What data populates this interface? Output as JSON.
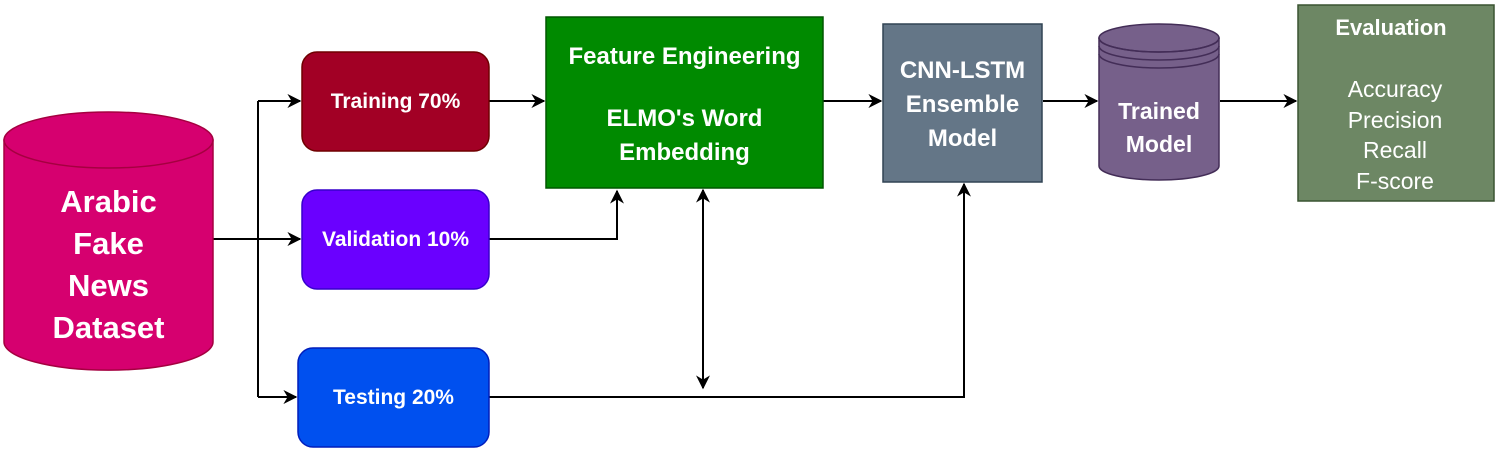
{
  "dataset": {
    "lines": [
      "Arabic",
      "Fake",
      "News",
      "Dataset"
    ],
    "color": "#d6006f"
  },
  "splits": {
    "training": {
      "label": "Training 70%",
      "color": "#a20025"
    },
    "validation": {
      "label": "Validation 10%",
      "color": "#6a00ff"
    },
    "testing": {
      "label": "Testing 20%",
      "color": "#0050ef"
    }
  },
  "feature_engineering": {
    "title": "Feature Engineering",
    "line1": "ELMO's Word",
    "line2": "Embedding",
    "color": "#008a00"
  },
  "model": {
    "lines": [
      "CNN-LSTM",
      "Ensemble",
      "Model"
    ],
    "color": "#647687"
  },
  "trained_model": {
    "lines": [
      "Trained",
      "Model"
    ],
    "color": "#76608a"
  },
  "evaluation": {
    "title": "Evaluation",
    "metrics": [
      "Accuracy",
      "Precision",
      "Recall",
      "F-score"
    ],
    "color": "#6d8764"
  }
}
